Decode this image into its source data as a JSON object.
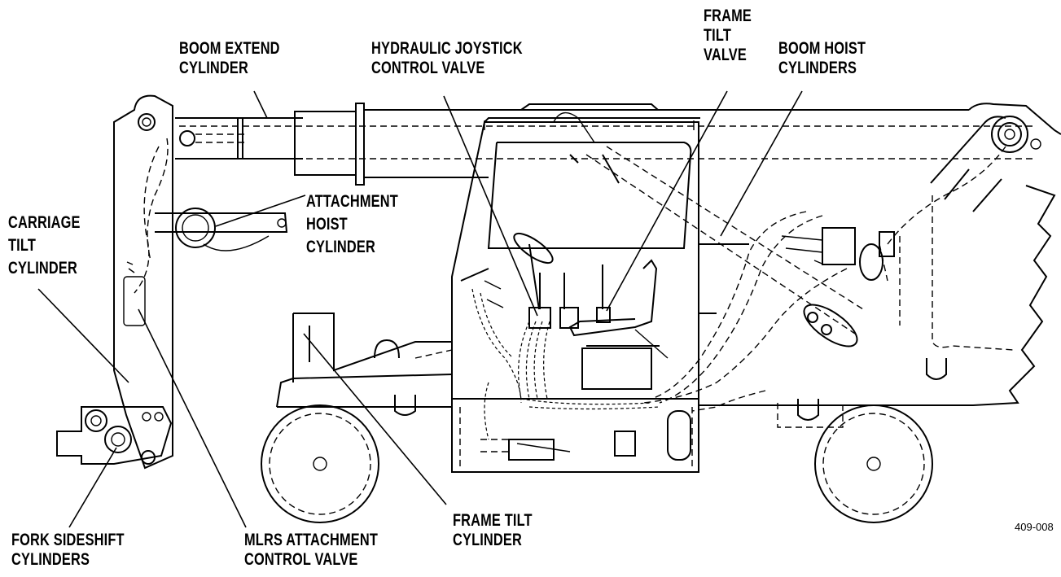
{
  "labels": {
    "boom_extend": [
      "BOOM EXTEND",
      "CYLINDER"
    ],
    "joystick": [
      "HYDRAULIC JOYSTICK",
      "CONTROL VALVE"
    ],
    "frame_tilt_valve": [
      "FRAME",
      "TILT",
      "VALVE"
    ],
    "boom_hoist": [
      "BOOM HOIST",
      "CYLINDERS"
    ],
    "attachment_hoist": [
      "ATTACHMENT",
      "HOIST",
      "CYLINDER"
    ],
    "carriage_tilt": [
      "CARRIAGE",
      "TILT",
      "CYLINDER"
    ],
    "fork_sideshift": [
      "FORK SIDESHIFT",
      "CYLINDERS"
    ],
    "mlrs": [
      "MLRS ATTACHMENT",
      "CONTROL VALVE"
    ],
    "frame_tilt_cyl": [
      "FRAME TILT",
      "CYLINDER"
    ]
  },
  "figure_number": "409-008"
}
